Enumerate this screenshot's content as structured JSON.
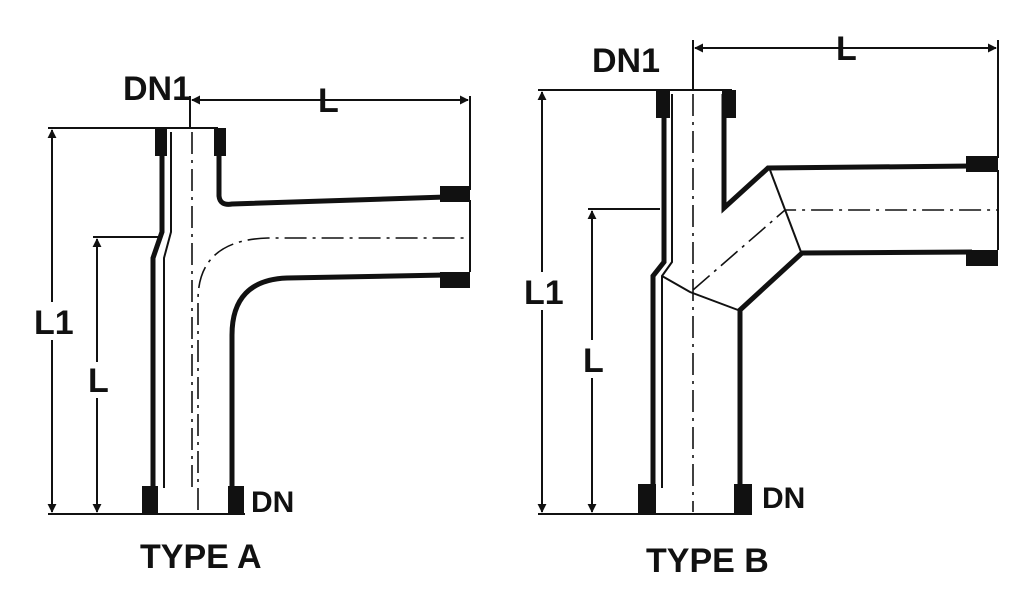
{
  "type_a": {
    "caption": "TYPE A",
    "dn1_label": "DN1",
    "dn_label": "DN",
    "l_horizontal_label": "L",
    "l_vertical_label": "L",
    "l1_label": "L1"
  },
  "type_b": {
    "caption": "TYPE B",
    "dn1_label": "DN1",
    "dn_label": "DN",
    "l_horizontal_label": "L",
    "l_vertical_label": "L",
    "l1_label": "L1"
  },
  "colors": {
    "ink": "#111111",
    "background": "#ffffff"
  }
}
